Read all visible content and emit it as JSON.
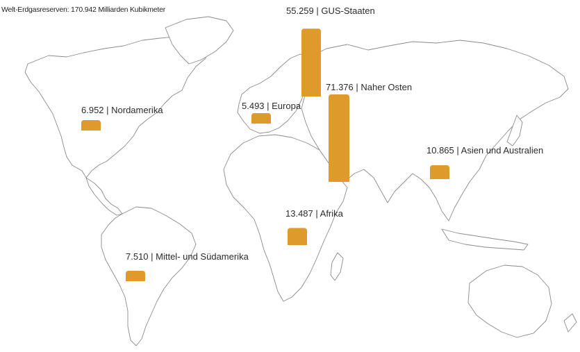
{
  "title": "Welt-Erdgasreserven: 170.942 Milliarden Kubikmeter",
  "bar_color": "#DE9B2A",
  "chart_data": {
    "type": "bar",
    "title": "Welt-Erdgasreserven: 170.942 Milliarden Kubikmeter",
    "categories": [
      "GUS-Staaten",
      "Naher Osten",
      "Nordamerika",
      "Europa",
      "Asien und Australien",
      "Afrika",
      "Mittel- und Südamerika"
    ],
    "values": [
      55.259,
      71.376,
      6.952,
      5.493,
      10.865,
      13.487,
      7.51
    ],
    "labels": [
      "55.259 | GUS-Staaten",
      "71.376 | Naher Osten",
      "6.952 | Nordamerika",
      "5.493 | Europa",
      "10.865 | Asien und Australien",
      "13.487 | Afrika",
      "7.510 | Mittel- und Südamerika"
    ]
  }
}
